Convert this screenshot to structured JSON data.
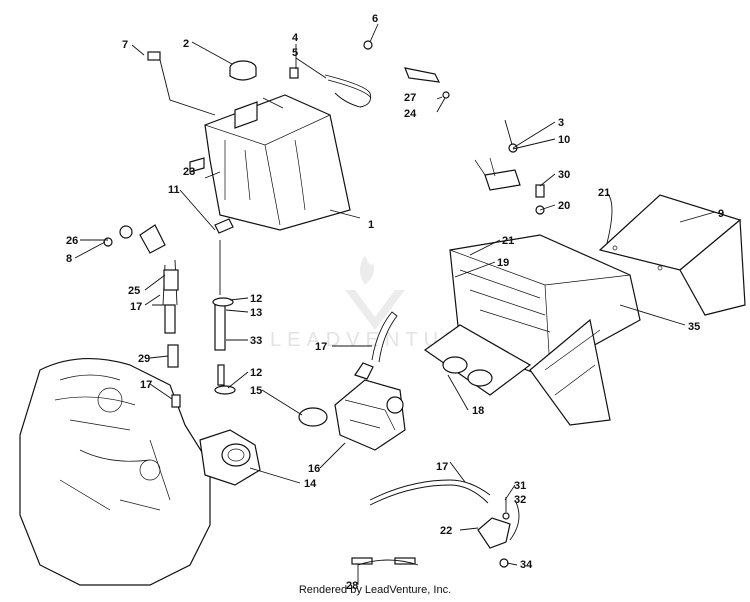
{
  "watermark": {
    "text": "LEADVENTURE"
  },
  "footer": {
    "text": "Rendered by LeadVenture, Inc."
  },
  "callouts": {
    "c1": "1",
    "c2": "2",
    "c3": "3",
    "c4": "4",
    "c5": "5",
    "c6": "6",
    "c7": "7",
    "c8": "8",
    "c9": "9",
    "c10": "10",
    "c11": "11",
    "c12a": "12",
    "c12b": "12",
    "c13": "13",
    "c14": "14",
    "c15": "15",
    "c16": "16",
    "c17a": "17",
    "c17b": "17",
    "c17c": "17",
    "c17d": "17",
    "c18": "18",
    "c19": "19",
    "c20": "20",
    "c21a": "21",
    "c21b": "21",
    "c22": "22",
    "c23": "23",
    "c24": "24",
    "c25": "25",
    "c26": "26",
    "c27": "27",
    "c28": "28",
    "c29": "29",
    "c30": "30",
    "c31": "31",
    "c32": "32",
    "c33": "33",
    "c34": "34",
    "c35": "35"
  }
}
